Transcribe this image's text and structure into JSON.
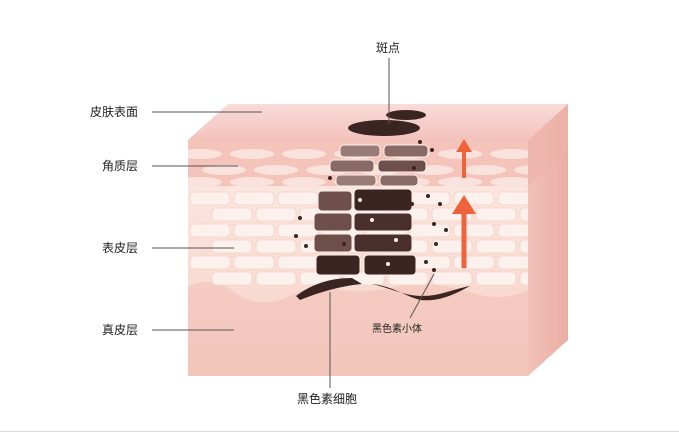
{
  "labels": {
    "spot": "斑点",
    "surface": "皮肤表面",
    "stratum_corneum": "角质层",
    "epidermis": "表皮层",
    "dermis": "真皮层",
    "melanosome": "黑色素小体",
    "melanocyte": "黑色素细胞"
  },
  "colors": {
    "surface_top": "#f4c6c1",
    "surface_top_light": "#f9dcd8",
    "corneum": "#f5c9c0",
    "corneum_cell": "#fbe3dd",
    "epidermis": "#f9ddd5",
    "epidermis_cell": "#fdf0ec",
    "dermis": "#f6cfc6",
    "right_face": "#eeb5ac",
    "dark_cell": "#3a2522",
    "mid_cell": "#6e4f4b",
    "light_cell": "#9a7c76",
    "arrow": "#f0623c",
    "line": "#555555"
  }
}
